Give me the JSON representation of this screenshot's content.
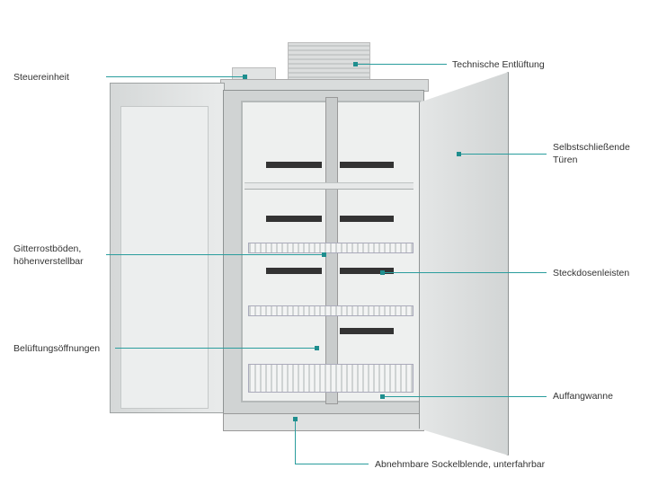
{
  "callouts": {
    "steuereinheit": "Steuereinheit",
    "entlueftung": "Technische Entlüftung",
    "tueren_line1": "Selbstschließende",
    "tueren_line2": "Türen",
    "gitter_line1": "Gitterrostböden,",
    "gitter_line2": "höhenverstellbar",
    "steckdosen": "Steckdosenleisten",
    "belueftung": "Belüftungsöffnungen",
    "auffangwanne": "Auffangwanne",
    "sockel": "Abnehmbare Sockelblende, unterfahrbar"
  },
  "colors": {
    "accent": "#2a9d9d"
  }
}
